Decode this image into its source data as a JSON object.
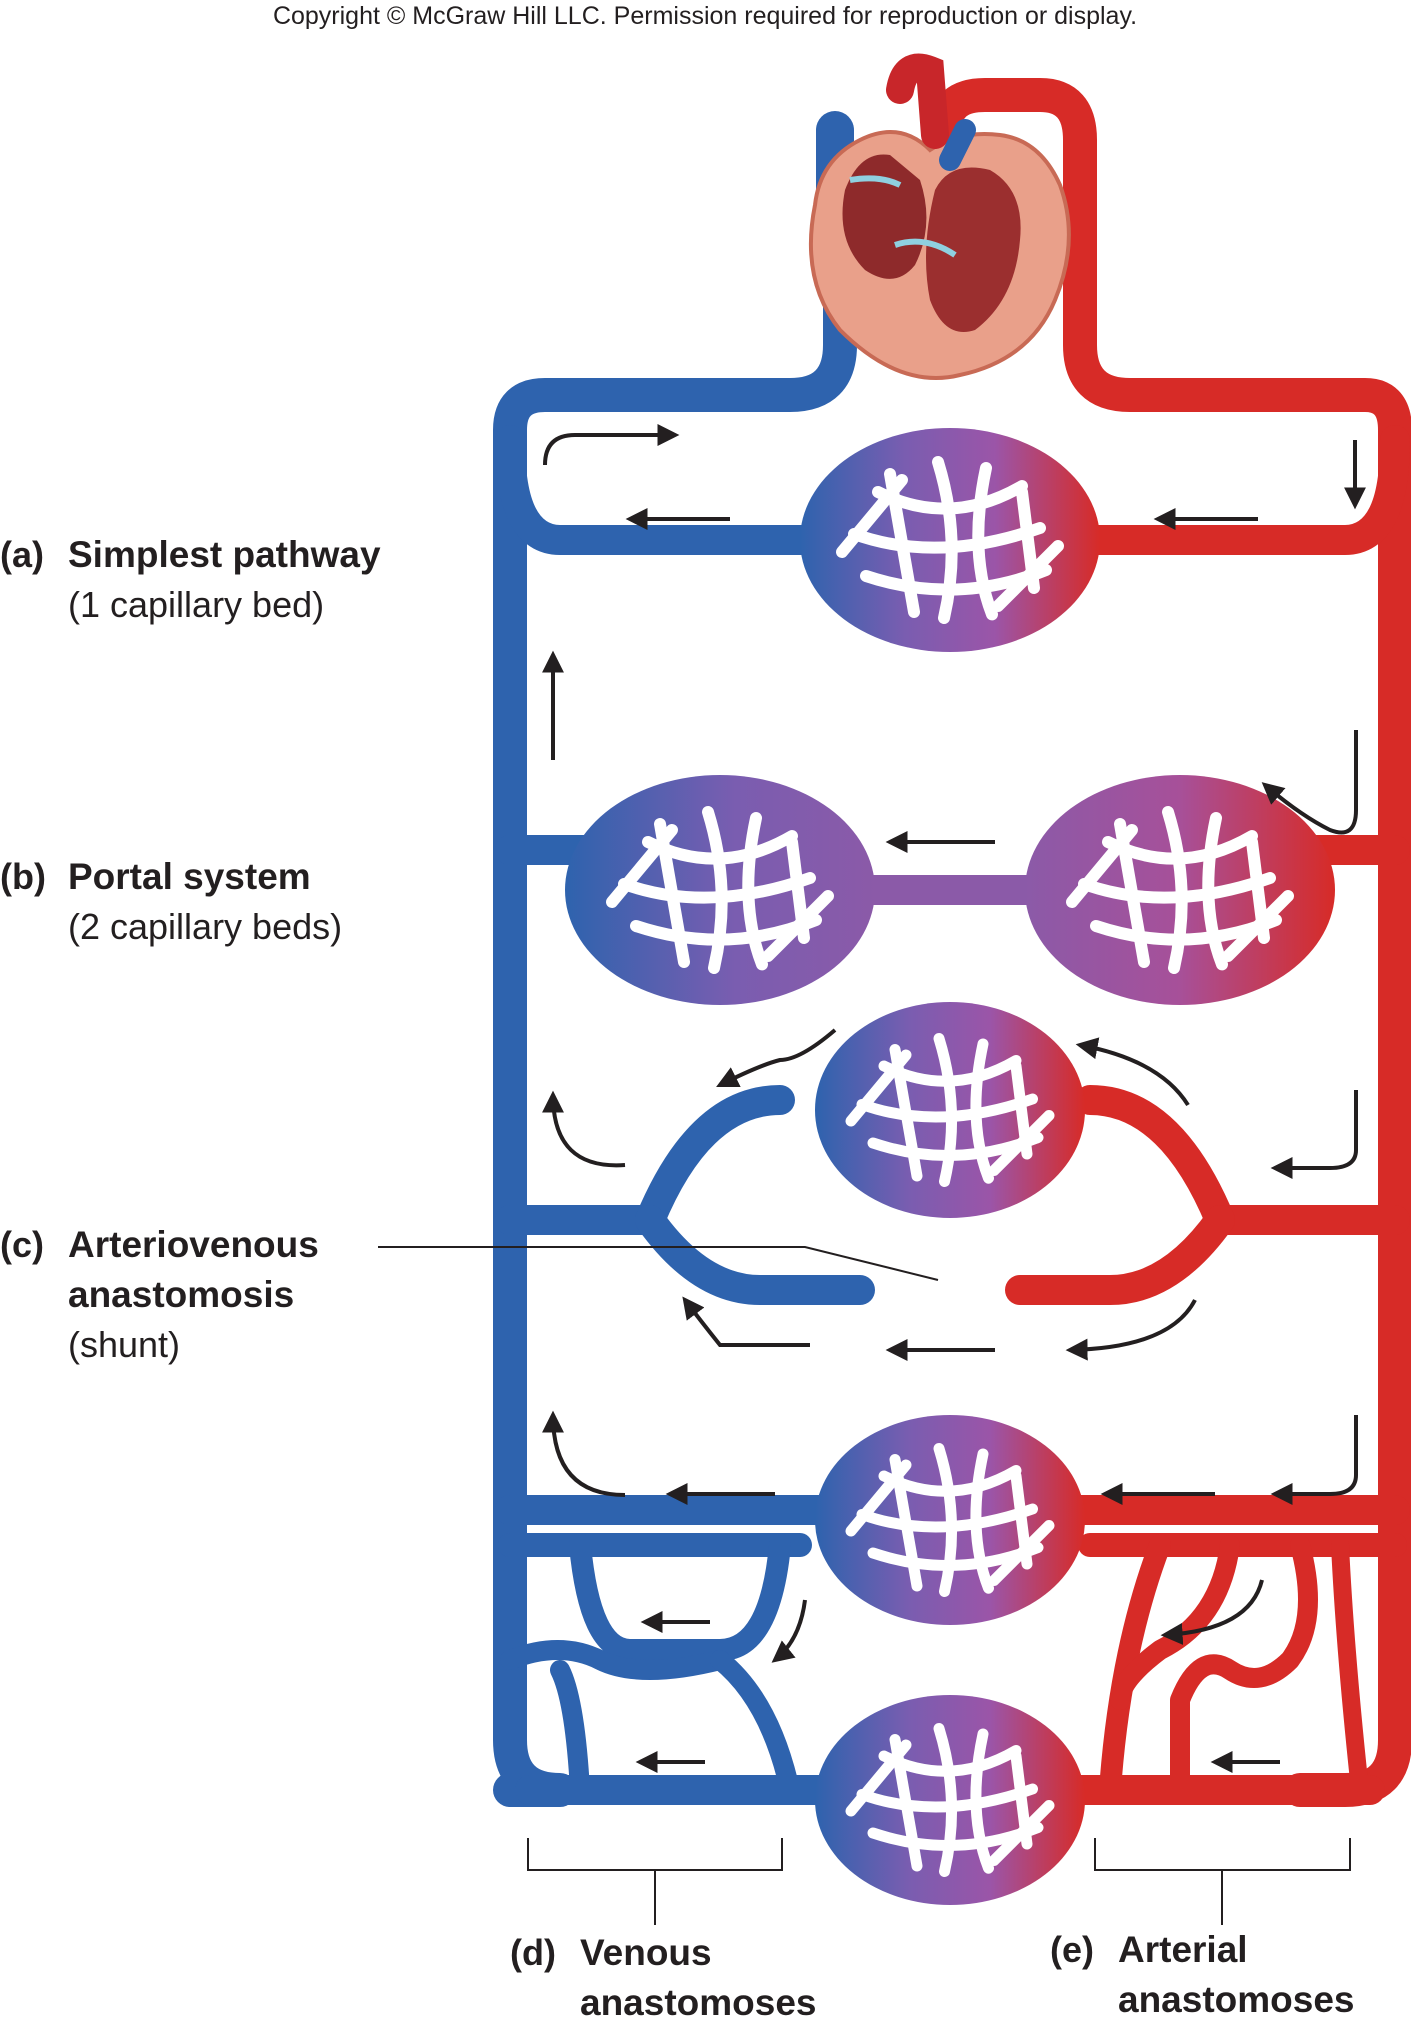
{
  "copyright": "Copyright © McGraw Hill LLC. Permission required for reproduction or display.",
  "colors": {
    "vein": "#2e63ae",
    "artery": "#d72b27",
    "capillary": "#8b5aa8",
    "arrow": "#231f20"
  },
  "icons": {
    "heart": "heart-icon"
  },
  "labels": {
    "a": {
      "tag": "(a)",
      "title": "Simplest pathway",
      "sub": "(1 capillary bed)"
    },
    "b": {
      "tag": "(b)",
      "title": "Portal system",
      "sub": "(2 capillary beds)"
    },
    "c": {
      "tag": "(c)",
      "title1": "Arteriovenous",
      "title2": "anastomosis",
      "sub": "(shunt)"
    },
    "d": {
      "tag": "(d)",
      "title1": "Venous",
      "title2": "anastomoses"
    },
    "e": {
      "tag": "(e)",
      "title1": "Arterial",
      "title2": "anastomoses"
    }
  }
}
